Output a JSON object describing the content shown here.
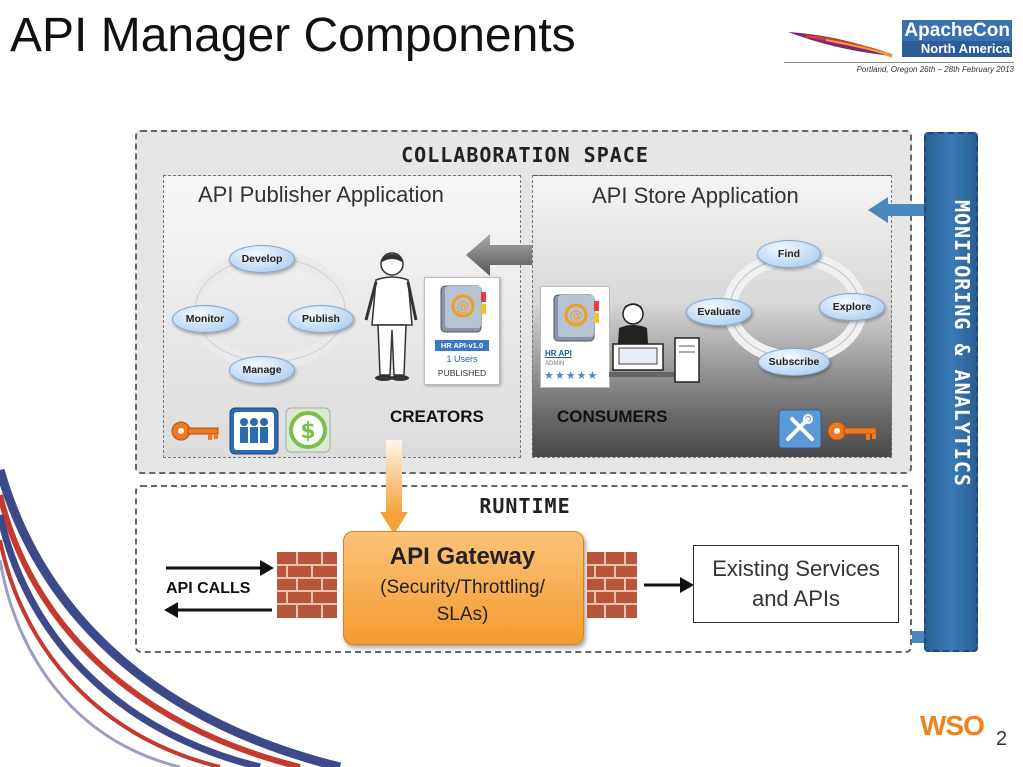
{
  "slide": {
    "title": "API Manager Components"
  },
  "conference": {
    "name_line1": "ApacheCon",
    "name_line2": "North America",
    "subtitle": "Portland, Oregon 26th – 28th February 2013"
  },
  "collaboration": {
    "title": "COLLABORATION SPACE",
    "publisher": {
      "title": "API Publisher Application",
      "cycle": [
        "Develop",
        "Publish",
        "Manage",
        "Monitor"
      ],
      "role": "CREATORS",
      "card": {
        "name": "HR API-v1.0",
        "users": "1 Users",
        "status": "PUBLISHED"
      },
      "icons": [
        "key-icon",
        "users-icon",
        "dollar-icon"
      ]
    },
    "store": {
      "title": "API Store Application",
      "cycle": [
        "Find",
        "Explore",
        "Subscribe",
        "Evaluate"
      ],
      "role": "CONSUMERS",
      "card": {
        "name": "HR API",
        "owner": "ADMIN",
        "stars": "★★★★★"
      },
      "icons": [
        "tools-icon",
        "key-icon"
      ]
    }
  },
  "runtime": {
    "title": "RUNTIME",
    "api_calls": "API CALLS",
    "gateway": {
      "title": "API Gateway",
      "line1": "(Security/Throttling/",
      "line2": "SLAs)"
    },
    "services": {
      "line1": "Existing Services",
      "line2": "and APIs"
    }
  },
  "monitoring": {
    "label": "MONITORING & ANALYTICS"
  },
  "page": {
    "number": "2"
  },
  "brand": {
    "logo_text": "WSO",
    "logo_sub": "2"
  },
  "colors": {
    "accent_orange": "#f5a038",
    "monitor_blue": "#2f6fa8",
    "brick": "#c0573a",
    "oval_blue": "#b8d5f2"
  }
}
